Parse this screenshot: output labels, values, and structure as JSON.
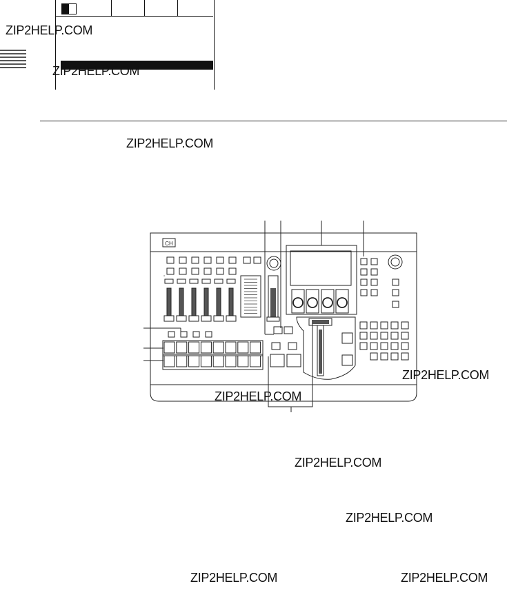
{
  "watermarks": [
    "ZIP2HELP.COM",
    "ZIP2HELP.COM",
    "ZIP2HELP.COM",
    "ZIP2HELP.COM",
    "ZIP2HELP.COM",
    "ZIP2HELP.COM",
    "ZIP2HELP.COM",
    "ZIP2HELP.COM",
    "ZIP2HELP.COM"
  ],
  "panel": {
    "logo": "CH"
  },
  "icons": {
    "book": "book-icon",
    "jog": "jog-dial-icon"
  }
}
